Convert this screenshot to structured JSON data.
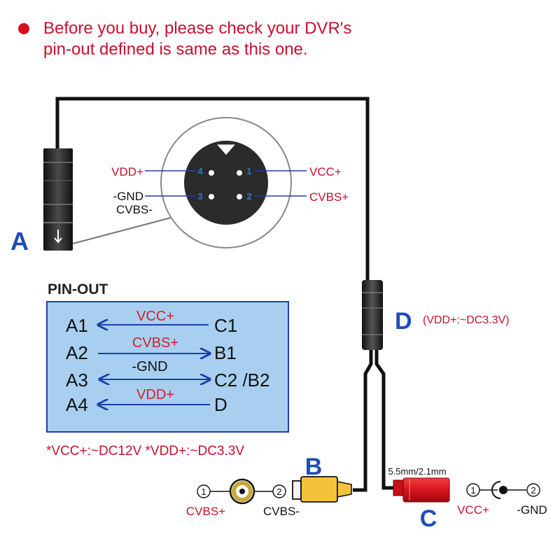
{
  "notice": {
    "line1": "Before you buy, please check your DVR's",
    "line2": "pin-out defined is same as this one."
  },
  "colors": {
    "red_text": "#c8102e",
    "pin_blue": "#1e3fa8",
    "pinout_bg": "#a8cff0",
    "connector_d_blue": "#1e4db8",
    "rca_yellow": "#f5c33b",
    "dc_red": "#e0202a"
  },
  "connector_a": {
    "letter": "A",
    "pins": [
      {
        "num": "1",
        "label": "VCC+"
      },
      {
        "num": "2",
        "label": "CVBS+"
      },
      {
        "num": "3",
        "label_line1": "-GND",
        "label_line2": "CVBS-"
      },
      {
        "num": "4",
        "label": "VDD+"
      }
    ]
  },
  "pinout": {
    "title": "PIN-OUT",
    "rows": [
      {
        "left": "A1",
        "signal": "VCC+",
        "right": "C1"
      },
      {
        "left": "A2",
        "signal": "CVBS+",
        "right": "B1"
      },
      {
        "left": "A3",
        "signal": "-GND",
        "right": "C2 /B2"
      },
      {
        "left": "A4",
        "signal": "VDD+",
        "right": "D"
      }
    ],
    "footnote": "*VCC+:~DC12V *VDD+:~DC3.3V"
  },
  "connector_d": {
    "letter": "D",
    "note": "(VDD+:~DC3.3V)"
  },
  "connector_b": {
    "letter": "B",
    "pin1": "1",
    "pin2": "2",
    "label1": "CVBS+",
    "label2": "CVBS-"
  },
  "connector_c": {
    "letter": "C",
    "size": "5.5mm/2.1mm",
    "pin1": "1",
    "pin2": "2",
    "label1": "VCC+",
    "label2": "-GND"
  }
}
